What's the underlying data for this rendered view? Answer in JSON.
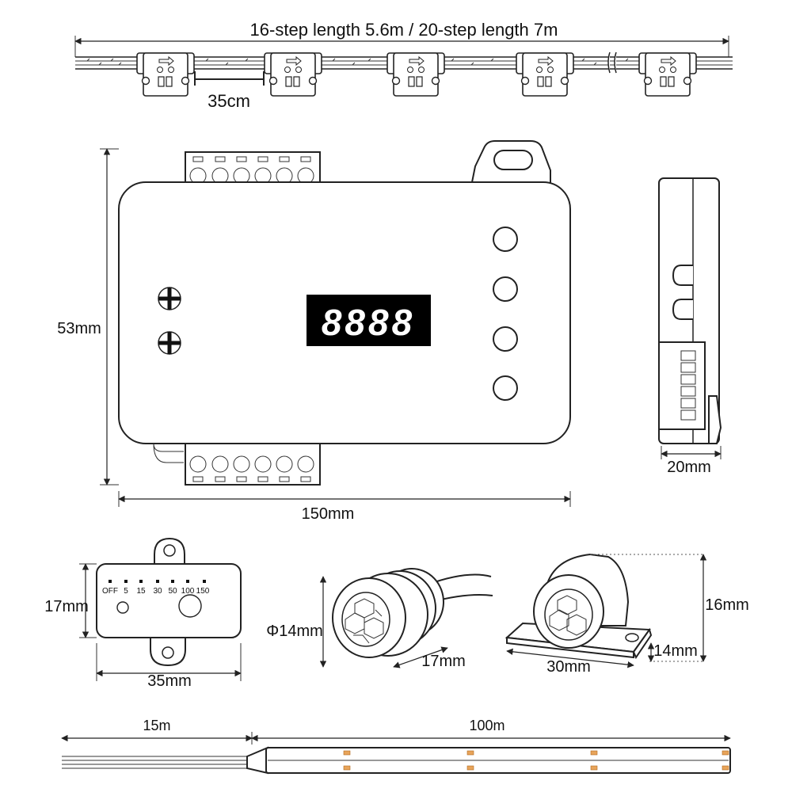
{
  "strip": {
    "length_label": "16-step length 5.6m / 20-step length 7m",
    "spacing_label": "35cm"
  },
  "controller": {
    "height_label": "53mm",
    "width_label": "150mm",
    "depth_label": "20mm",
    "display_text": "8888"
  },
  "timer_module": {
    "options": [
      "OFF",
      "5",
      "15",
      "30",
      "50",
      "100",
      "150"
    ],
    "height_label": "17mm",
    "width_label": "35mm"
  },
  "round_sensor": {
    "diameter_label": "Φ14mm",
    "length_label": "17mm"
  },
  "mount_sensor": {
    "height_label": "16mm",
    "depth_label": "14mm",
    "width_label": "30mm"
  },
  "cable": {
    "lead_label": "15m",
    "strip_label": "100m"
  },
  "colors": {
    "line": "#222222",
    "display_bg": "#000000",
    "display_segments": "#ffffff",
    "chip": "#e8a45a"
  }
}
